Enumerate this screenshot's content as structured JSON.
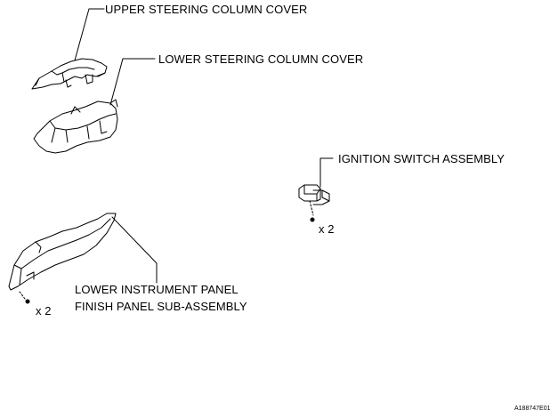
{
  "labels": {
    "upper_cover": "UPPER STEERING COLUMN COVER",
    "lower_cover": "LOWER STEERING COLUMN COVER",
    "ignition_switch": "IGNITION SWITCH ASSEMBLY",
    "finish_panel_line1": "LOWER INSTRUMENT PANEL",
    "finish_panel_line2": "FINISH PANEL SUB-ASSEMBLY"
  },
  "quantities": {
    "ignition_screws": "x 2",
    "panel_screws": "x 2"
  },
  "figure_id": "A188747E01"
}
